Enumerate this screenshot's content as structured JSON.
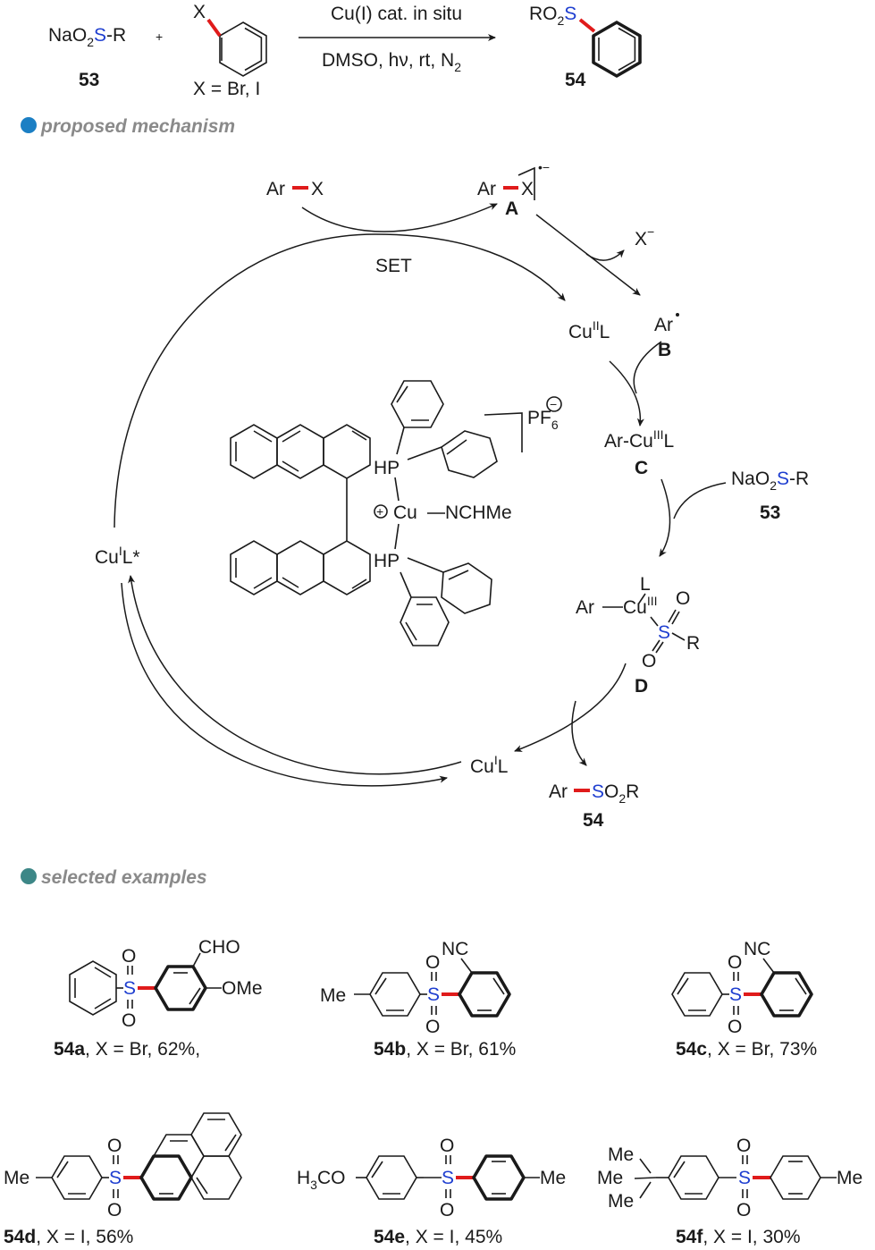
{
  "reaction": {
    "reagent_prefix": "NaO",
    "reagent_sub": "2",
    "reagent_s": "S",
    "reagent_suffix": "-R",
    "plus": "+",
    "halide_x": "X",
    "reagent_number": "53",
    "halide_caption": "X = Br, I",
    "conditions_top": "Cu(I) cat. in situ",
    "conditions_bottom_pre": "DMSO, hν, rt, N",
    "conditions_bottom_sub": "2",
    "product_prefix": "RO",
    "product_sub": "2",
    "product_s": "S",
    "product_number": "54"
  },
  "sections": {
    "mechanism_title": "proposed mechanism",
    "mechanism_bullet_color": "#1b7fc4",
    "examples_title": "selected examples",
    "examples_bullet_color": "#3d8787"
  },
  "mechanism": {
    "arx": "Ar",
    "arx_x": "X",
    "set_label": "SET",
    "radical_anion_x": "X",
    "radical_anion_charge": "•−",
    "label_a": "A",
    "halide_ion": "X",
    "halide_ion_charge": "−",
    "cu2": "Cu",
    "cu2_sup": "II",
    "cu2_l": "L",
    "aryl_radical": "Ar",
    "label_b": "B",
    "arcu3_pre": "Ar-Cu",
    "arcu3_sup": "III",
    "arcu3_l": "L",
    "label_c": "C",
    "sulfinate_pre": "NaO",
    "sulfinate_sub": "2",
    "sulfinate_s": "S",
    "sulfinate_suffix": "-R",
    "label_53": "53",
    "d_ligand": "L",
    "d_ar": "Ar",
    "d_cu": "Cu",
    "d_cu_sup": "III",
    "d_o1": "O",
    "d_s": "S",
    "d_o2": "O",
    "d_r": "R",
    "label_d": "D",
    "cu1": "Cu",
    "cu1_sup": "I",
    "cu1_l": "L",
    "cu1_star_pre": "Cu",
    "cu1_star_sup": "I",
    "cu1_star_l": "L*",
    "product_ar": "Ar",
    "product_s": "S",
    "product_rest_pre": "O",
    "product_rest_sub": "2",
    "product_rest_post": "R",
    "label_54": "54"
  },
  "catalyst": {
    "hp_top": "HP",
    "hp_bottom": "HP",
    "cu": "Cu",
    "ligand": "NCHMe",
    "plus": "+",
    "counterion_pre": "PF",
    "counterion_sub": "6",
    "minus": "−"
  },
  "examples": [
    {
      "id": "54a",
      "rest": ", X = Br, 62%,",
      "o": "O",
      "s": "S",
      "substituents": [
        "CHO",
        "OMe"
      ]
    },
    {
      "id": "54b",
      "rest": ", X = Br, 61%",
      "o": "O",
      "s": "S",
      "substituents": [
        "Me",
        "NC"
      ]
    },
    {
      "id": "54c",
      "rest": ", X = Br, 73%",
      "o": "O",
      "s": "S",
      "substituents": [
        "NC"
      ]
    },
    {
      "id": "54d",
      "rest": ", X = I, 56%",
      "o": "O",
      "s": "S",
      "substituents": [
        "Me"
      ]
    },
    {
      "id": "54e",
      "rest": ", X = I, 45%",
      "o": "O",
      "s": "S",
      "substituents": [
        "H",
        "3",
        "CO",
        "Me"
      ]
    },
    {
      "id": "54f",
      "rest": ", X = I, 30%",
      "o": "O",
      "s": "S",
      "substituents": [
        "Me",
        "Me",
        "Me",
        "Me"
      ]
    }
  ]
}
